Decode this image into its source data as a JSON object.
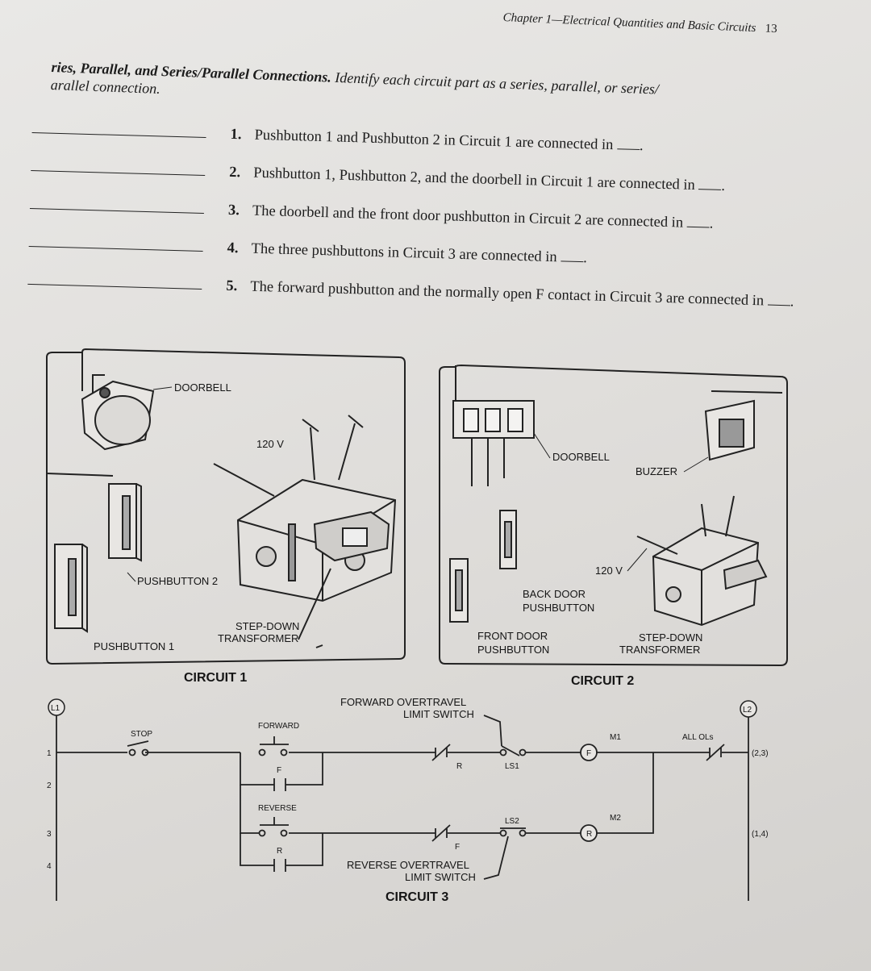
{
  "header": {
    "running_head": "Chapter 1—Electrical Quantities and Basic Circuits",
    "page_number": "13"
  },
  "section": {
    "title": "ries, Parallel, and Series/Parallel Connections.",
    "instruction": "Identify each circuit part as a series, parallel, or series/",
    "line2": "arallel connection."
  },
  "questions": [
    {
      "num": "1.",
      "text": "Pushbutton 1 and Pushbutton 2 in Circuit 1 are connected in"
    },
    {
      "num": "2.",
      "text": "Pushbutton 1, Pushbutton 2, and the doorbell in Circuit 1 are connected in"
    },
    {
      "num": "3.",
      "text": "The doorbell and the front door pushbutton in Circuit 2 are connected in"
    },
    {
      "num": "4.",
      "text": "The three pushbuttons in Circuit 3 are connected in"
    },
    {
      "num": "5.",
      "text": "The forward pushbutton and the normally open F contact in Circuit 3 are connected in"
    }
  ],
  "circuit1": {
    "caption": "CIRCUIT 1",
    "doorbell": "DOORBELL",
    "voltage": "120 V",
    "pushbutton2": "PUSHBUTTON 2",
    "pushbutton1": "PUSHBUTTON 1",
    "transformer_l1": "STEP-DOWN",
    "transformer_l2": "TRANSFORMER"
  },
  "circuit2": {
    "caption": "CIRCUIT 2",
    "doorbell": "DOORBELL",
    "buzzer": "BUZZER",
    "voltage": "120 V",
    "back_l1": "BACK DOOR",
    "back_l2": "PUSHBUTTON",
    "front_l1": "FRONT DOOR",
    "front_l2": "PUSHBUTTON",
    "transformer_l1": "STEP-DOWN",
    "transformer_l2": "TRANSFORMER"
  },
  "circuit3": {
    "caption": "CIRCUIT 3",
    "l1": "L1",
    "l2": "L2",
    "fwd_ot_l1": "FORWARD OVERTRAVEL",
    "fwd_ot_l2": "LIMIT SWITCH",
    "rev_ot_l1": "REVERSE OVERTRAVEL",
    "rev_ot_l2": "LIMIT SWITCH",
    "stop": "STOP",
    "forward": "FORWARD",
    "reverse": "REVERSE",
    "f_contact": "F",
    "r_contact": "R",
    "r_interlock": "R",
    "f_interlock": "F",
    "ls1": "LS1",
    "ls2": "LS2",
    "m1": "M1",
    "m2": "M2",
    "coil_f": "F",
    "coil_r": "R",
    "all_ols": "ALL OLs",
    "ref1": "(2,3)",
    "ref2": "(1,4)",
    "line1": "1",
    "line2": "2",
    "line3": "3",
    "line4": "4"
  }
}
